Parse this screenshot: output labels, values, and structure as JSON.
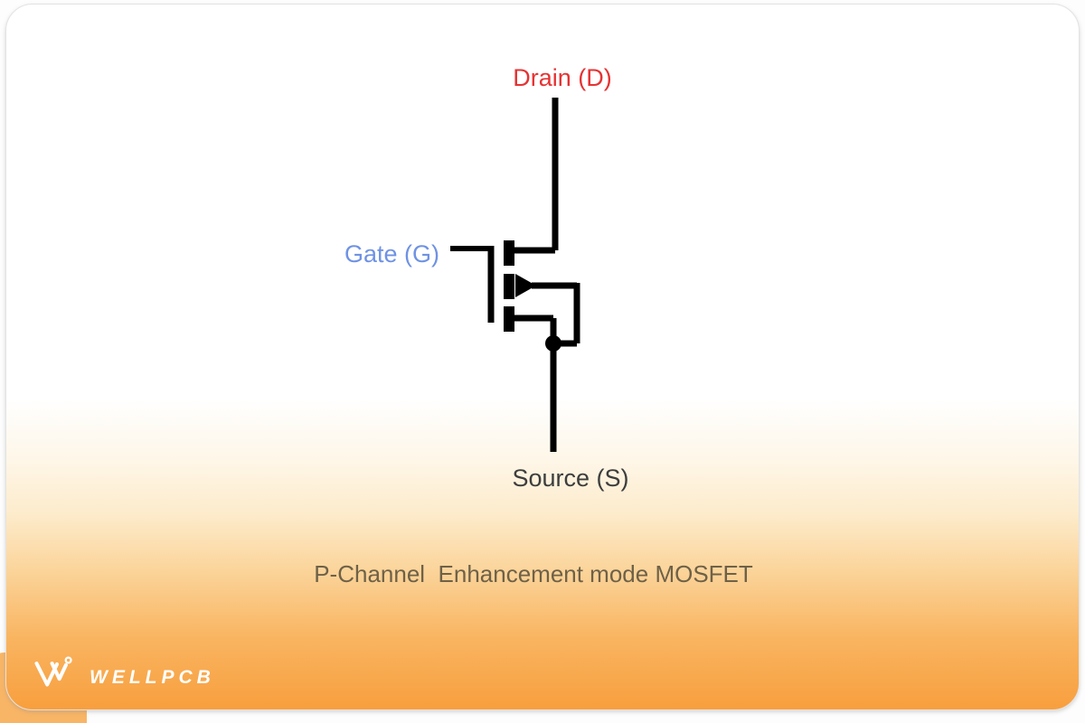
{
  "card": {
    "caption": "P-Channel  Enhancement mode MOSFET"
  },
  "diagram": {
    "type": "circuit-schematic",
    "component": "P-Channel Enhancement mode MOSFET",
    "terminals": [
      {
        "id": "drain",
        "label": "Drain (D)",
        "color": "#e53333",
        "position": "top"
      },
      {
        "id": "gate",
        "label": "Gate (G)",
        "color": "#6f92e4",
        "position": "left"
      },
      {
        "id": "source",
        "label": "Source (S)",
        "color": "#3d3d3d",
        "position": "bottom"
      }
    ],
    "symbol_color": "#000000",
    "arrow_direction": "right (pointing away from channel)"
  },
  "branding": {
    "logo_text": "WELLPCB",
    "logo_color": "#ffffff"
  },
  "colors": {
    "card_top": "#ffffff",
    "card_bottom": "#f89f3e",
    "behind_card": "#f9b566",
    "caption_text": "#6e6148"
  }
}
